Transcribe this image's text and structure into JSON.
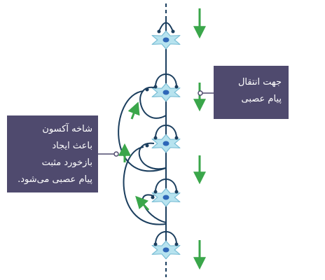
{
  "callouts": {
    "direction": {
      "lines": [
        "جهت انتقال",
        "پیام عصبی"
      ]
    },
    "collateral": {
      "lines": [
        "شاخه آکسون",
        "باعث ایجاد",
        "بازخورد مثبت",
        "پیام عصبی می‌شود."
      ]
    }
  },
  "colors": {
    "axon": "#1b3e5e",
    "cell_fill": "#b7e3ef",
    "cell_stroke": "#7dbfd6",
    "nucleus": "#2e67b8",
    "arrow": "#3aa64a",
    "callout_bg": "#4f4a6e",
    "callout_text": "#ffffff"
  }
}
